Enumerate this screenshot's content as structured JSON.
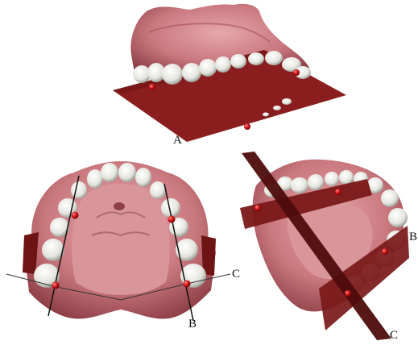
{
  "panels": {
    "a": {
      "label": "A"
    },
    "b_c": {
      "label_b": "B",
      "label_c": "C"
    },
    "right": {
      "label_b": "B",
      "label_c": "C"
    }
  },
  "colors": {
    "plane": "#8a1e1e",
    "plane_dark": "#5e0f0f",
    "gum": "#c9787e",
    "gum_light": "#e3a6aa",
    "gum_dark": "#9b4a51",
    "tooth": "#e9e9e3",
    "tooth_shadow": "#9fa09a",
    "marker": "#cc1111"
  }
}
